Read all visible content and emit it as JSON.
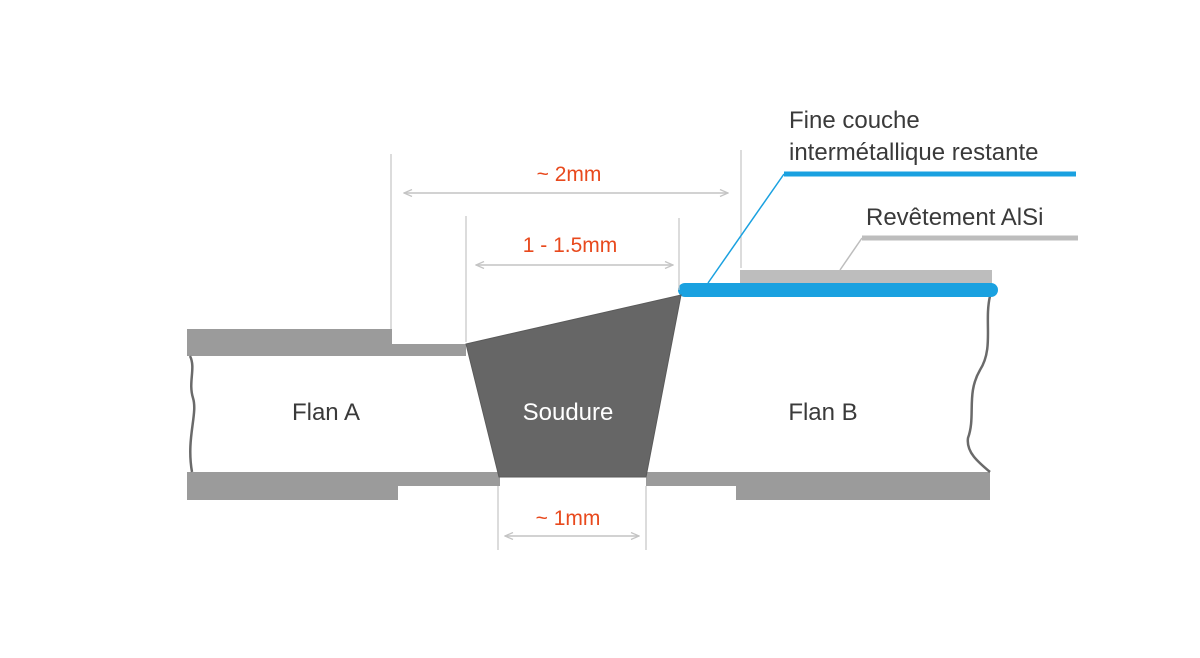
{
  "labels": {
    "flan_a": "Flan A",
    "flan_b": "Flan B",
    "soudure": "Soudure"
  },
  "dimensions": {
    "top_total": "~ 2mm",
    "top_inner": "1 -  1.5mm",
    "bottom": "~ 1mm"
  },
  "callouts": {
    "intermetallic_line1": "Fine couche",
    "intermetallic_line2": "intermétallique restante",
    "alsi_coating": "Revêtement AlSi"
  },
  "colors": {
    "dimension_text": "#e8491d",
    "intermetallic_layer": "#1aa1e0",
    "coating": "#bdbdbd",
    "weld": "#666666",
    "plate_coating": "#9b9b9b",
    "outline": "#5f5f5f"
  }
}
